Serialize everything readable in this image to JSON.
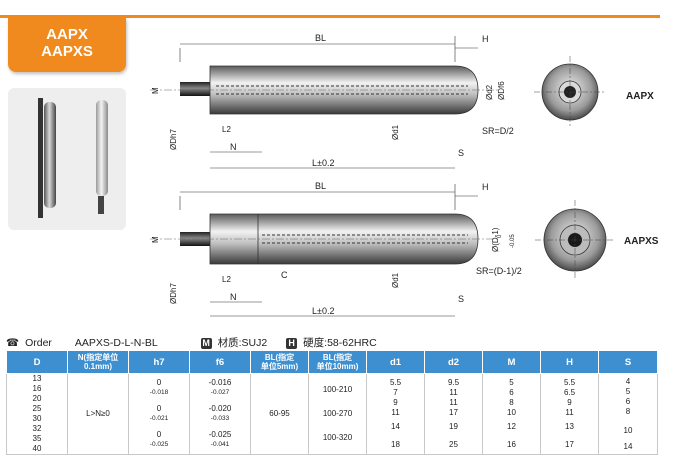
{
  "product": {
    "codes": [
      "AAPX",
      "AAPXS"
    ]
  },
  "drawing": {
    "labels": {
      "bl": "BL",
      "h": "H",
      "m": "M",
      "d2": "Ød2",
      "df6": "ØDf6",
      "d1": "Ød1",
      "dh7": "ØDh7",
      "l2": "L2",
      "n": "N",
      "l": "L±0.2",
      "s": "S",
      "sr1": "SR=D/2",
      "sr2": "SR=(D-1)/2",
      "c": "C",
      "d_minus": "Ø(D-1)",
      "tol_top": "0",
      "tol_bottom": "-0.05"
    },
    "view_labels": [
      "AAPX",
      "AAPXS"
    ]
  },
  "order": {
    "label": "Order",
    "code": "AAPXS-D-L-N-BL",
    "material_label": "材质:SUJ2",
    "hardness_label": "硬度:58-62HRC",
    "mark_m": "M",
    "mark_h": "H"
  },
  "table": {
    "headers": {
      "d": "D",
      "n_main": "N(指定单位",
      "n_sub": "0.1mm)",
      "h7": "h7",
      "f6": "f6",
      "bl5_main": "BL(指定",
      "bl5_sub": "单位5mm)",
      "bl10_main": "BL(指定",
      "bl10_sub": "单位10mm)",
      "d1": "d1",
      "d2": "d2",
      "m": "M",
      "h": "H",
      "s": "S"
    },
    "d_values": [
      "13",
      "16",
      "20",
      "25",
      "30",
      "32",
      "35",
      "40"
    ],
    "n_rule": "L>N≥0",
    "h7": [
      {
        "top": "0",
        "bottom": "-0.018"
      },
      {
        "top": "0",
        "bottom": "-0.021"
      },
      {
        "top": "0",
        "bottom": "-0.025"
      }
    ],
    "f6": [
      {
        "top": "-0.016",
        "bottom": "-0.027"
      },
      {
        "top": "-0.020",
        "bottom": "-0.033"
      },
      {
        "top": "-0.025",
        "bottom": "-0.041"
      }
    ],
    "bl5": "60-95",
    "bl10": [
      "100-210",
      "100-270",
      "100-320"
    ],
    "d1": [
      [
        "5.5",
        "7"
      ],
      [
        "9",
        "11"
      ],
      [
        "14"
      ],
      [
        "18"
      ]
    ],
    "d2": [
      [
        "9.5",
        "11"
      ],
      [
        "11",
        "17"
      ],
      [
        "19"
      ],
      [
        "25"
      ]
    ],
    "m": [
      [
        "5",
        "6"
      ],
      [
        "8",
        "10"
      ],
      [
        "12"
      ],
      [
        "16"
      ]
    ],
    "h": [
      [
        "5.5",
        "6.5"
      ],
      [
        "9",
        "11"
      ],
      [
        "13"
      ],
      [
        "17"
      ]
    ],
    "s": [
      [
        "4",
        "5"
      ],
      [
        "6",
        "8"
      ],
      [
        "10"
      ],
      [
        "14"
      ]
    ]
  }
}
